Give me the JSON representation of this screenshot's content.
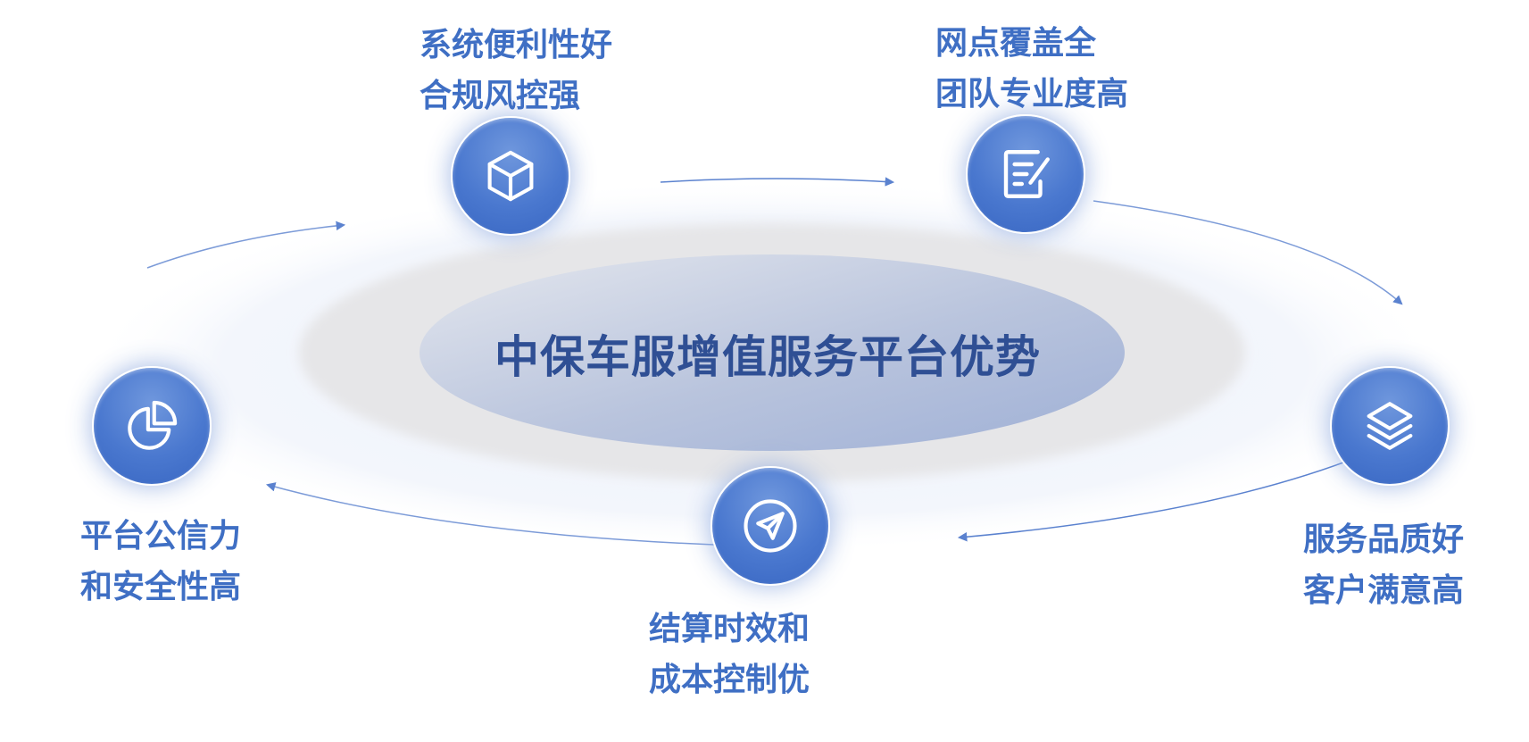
{
  "diagram": {
    "center_title": "中保车服增值服务平台优势",
    "nodes": [
      {
        "id": "system",
        "icon": "cube-icon",
        "lines": [
          "系统便利性好",
          "合规风控强"
        ]
      },
      {
        "id": "network",
        "icon": "document-edit-icon",
        "lines": [
          "网点覆盖全",
          "团队专业度高"
        ]
      },
      {
        "id": "service",
        "icon": "layers-icon",
        "lines": [
          "服务品质好",
          "客户满意高"
        ]
      },
      {
        "id": "settlement",
        "icon": "paper-plane-icon",
        "lines": [
          "结算时效和",
          "成本控制优"
        ]
      },
      {
        "id": "platform",
        "icon": "pie-chart-icon",
        "lines": [
          "平台公信力",
          "和安全性高"
        ]
      }
    ],
    "colors": {
      "label": "#3f6fc4",
      "title": "#2f4f94",
      "node": "#4a78cf",
      "arrow": "#5b82cf"
    }
  }
}
